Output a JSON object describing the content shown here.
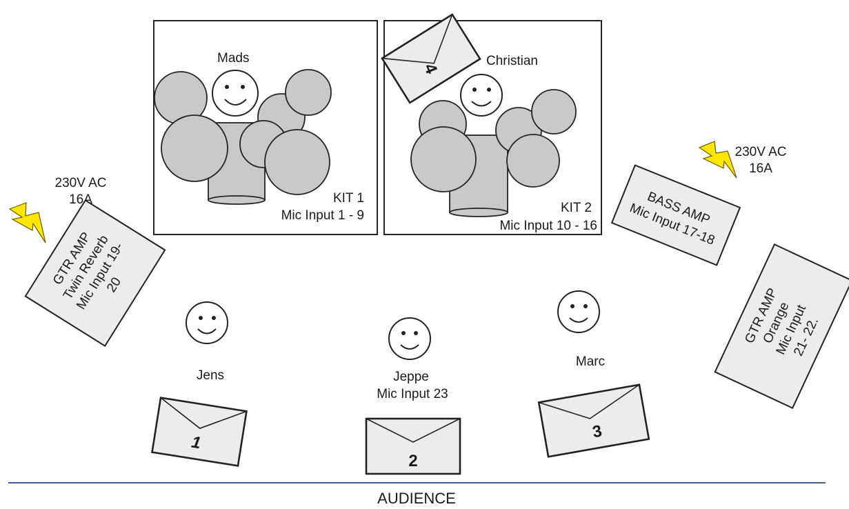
{
  "kits": [
    {
      "drummer": "Mads",
      "label_line1": "KIT 1",
      "label_line2": "Mic Input 1 - 9"
    },
    {
      "drummer": "Christian",
      "label_line1": "KIT 2",
      "label_line2": "Mic Input 10 - 16"
    }
  ],
  "amps": {
    "gtr_left": [
      "GTR AMP",
      "Twin Reverb",
      "Mic Input 19-",
      "20"
    ],
    "bass": [
      "BASS AMP",
      "Mic Input 17-18"
    ],
    "gtr_right": [
      "GTR AMP",
      "Orange",
      "Mic Input",
      "21- 22."
    ]
  },
  "power": [
    {
      "line1": "230V AC",
      "line2": "16A"
    },
    {
      "line1": "230V AC",
      "line2": "16A"
    }
  ],
  "performers": [
    {
      "name": "Jens",
      "sub": ""
    },
    {
      "name": "Jeppe",
      "sub": "Mic Input 23"
    },
    {
      "name": "Marc",
      "sub": ""
    }
  ],
  "monitors": [
    "1",
    "2",
    "3",
    "4"
  ],
  "audience": "AUDIENCE",
  "colors": {
    "bolt": "#ffe600",
    "drum": "#c9c9c9",
    "line": "#3a5f86",
    "box_fill": "#ececec"
  }
}
